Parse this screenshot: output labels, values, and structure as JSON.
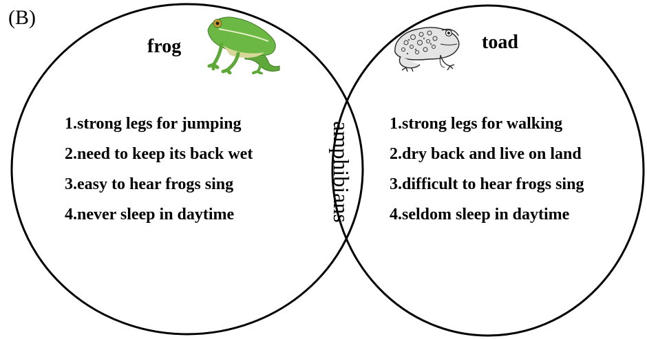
{
  "part_label": "(B)",
  "left_set": {
    "title": "frog",
    "picture_icon": "frog-picture-icon",
    "items": [
      "1.strong legs for jumping",
      "2.need to keep its back wet",
      "3.easy to hear frogs sing",
      "4.never sleep in daytime"
    ]
  },
  "right_set": {
    "title": "toad",
    "picture_icon": "toad-picture-icon",
    "items": [
      "1.strong legs for walking",
      "2.dry back and live on land",
      "3.difficult to hear frogs sing",
      "4.seldom sleep in daytime"
    ]
  },
  "intersection": {
    "label": "amphibians"
  },
  "colors": {
    "outline": "#000000",
    "frog_green": "#5ea83a",
    "frog_belly": "#d8d79a",
    "toad_body": "#e4e4e4"
  }
}
